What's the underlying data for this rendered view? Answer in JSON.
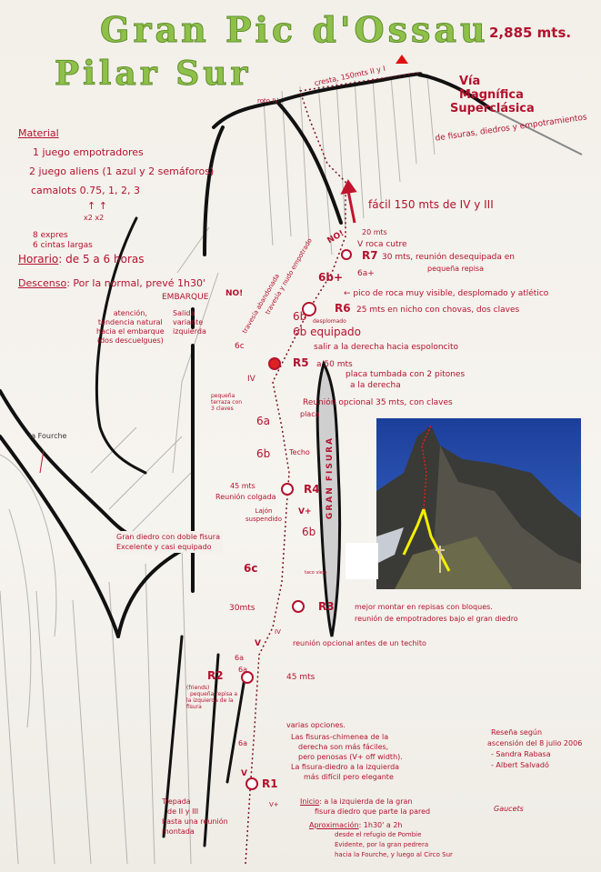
{
  "header": {
    "title": "Gran Pic d'Ossau",
    "altitude": "2,885 mts.",
    "subtitle": "Pilar Sur"
  },
  "summary": {
    "line1": "Vía",
    "line2": "Magnífica",
    "line3": "Superclásica",
    "line4": "de fisuras, diedros y empotramientos"
  },
  "material": {
    "heading": "Material",
    "items": [
      "1 juego empotradores",
      "2 juego aliens (1 azul y 2 semáforos)",
      "camalots 0.75, 1, 2, 3",
      "↑ ↑",
      "x2 x2",
      "8 expres",
      "6 cintas largas"
    ]
  },
  "horario": {
    "label": "Horario",
    "value": ": de 5 a 6 horas"
  },
  "descenso": {
    "label": "Descenso",
    "value": ": Por la normal, prevé 1h30'"
  },
  "route_notes": {
    "cresta": "cresta, 150mts II y I",
    "roto": "roto IV",
    "facil": "fácil 150 mts de IV y III",
    "m20": "20 mts",
    "no_top": "NO!",
    "roca_cutre": "V roca cutre",
    "r7": "R7",
    "r7_desc": "30 mts, reunión desequipada en",
    "r7_desc2": "pequeña repisa",
    "g6a_plus": "6a+",
    "g6b_plus": "6b+",
    "pico": "← pico de roca muy visible, desplomado y atlético",
    "r6": "R6",
    "r6_desc": "25 mts en nicho con chovas, dos claves",
    "desplomado": "desplomado",
    "g6b_eq": "6b equipado",
    "salir": "salir a la derecha hacia espoloncito",
    "r5": "R5",
    "r5_desc": "a 50 mts",
    "placa_tumbada": "placa tumbada con 2 pitones",
    "placa_tumbada2": "a la derecha",
    "reunion_opcional": "Reunión opcional 35 mts, con claves",
    "embarque": "EMBARQUE",
    "no_left": "NO!",
    "atencion": [
      "atención,",
      "tendencia natural",
      "hacia el embarque",
      "(dos descuelgues)"
    ],
    "salida": [
      "Salida",
      "variante",
      "izquierda"
    ],
    "travesia": "travesía y nudo empotrado",
    "travesia2": "travesía abandonada",
    "g6c_top": "6c",
    "g6b_top": "6b",
    "iv": "IV",
    "terraza": [
      "pequeña",
      "terraza con",
      "3 claves"
    ],
    "placa": "placa",
    "g6a_mid": "6a",
    "g6b_mid": "6b",
    "techo": "Techo",
    "r4_len": "45 mts",
    "r4_desc": "Reunión colgada",
    "r4": "R4",
    "v_plus_r4": "V+",
    "lajon": [
      "Lajón",
      "suspendido"
    ],
    "g6b_diedro": "6b",
    "gran_diedro": [
      "Gran diedro con doble fisura",
      "Excelente y casi equipado"
    ],
    "g6c_diedro": "6c",
    "taco": "taco viejo",
    "gran_fisura": "GRAN FISURA",
    "fourche": "la Fourche",
    "r3_len": "30mts",
    "r3": "R3",
    "r3_desc": "mejor montar en repisas con bloques.",
    "r3_desc2": "reunión de empotradores bajo el gran diedro",
    "v_r3": "V",
    "iv_r3": "IV",
    "reunion_techito": "reunión opcional antes de un techito",
    "g6a_1": "6a",
    "g6a_2": "6a",
    "r2": "R2",
    "r2_len": "45 mts",
    "friends": [
      "(friends)",
      "pequeña repisa a",
      "la izquierda de la",
      "fisura"
    ],
    "g6a_3": "6a",
    "v_low": "V",
    "v_plus_low": "V+",
    "varias": "varias opciones.",
    "fisuras": [
      "Las fisuras-chimenea de la",
      "derecha son más fáciles,",
      "pero penosas (V+ off width).",
      "La fisura-diedro a la izquierda",
      "más difícil pero elegante"
    ],
    "r1": "R1",
    "trepada": [
      "Trepada",
      "de II y III",
      "hasta una reunión",
      "montada"
    ]
  },
  "inicio": {
    "label": "Inicio",
    "value": ": a la izquierda de la gran",
    "line2": "fisura diedro que parte la pared"
  },
  "aproximacion": {
    "label": "Aproximación",
    "value": ": 1h30' a 2h",
    "lines": [
      "desde el refugio de Pombie",
      "Evidente, por la gran pedrera",
      "hacia la Fourche, y luego al Circo Sur"
    ]
  },
  "credits": {
    "lines": [
      "Reseña según",
      "ascensión del 8 julio 2006",
      "- Sandra Rabasa",
      "- Albert Salvadó"
    ],
    "signature": "Gaucets"
  },
  "colors": {
    "ink_red": "#b3122e",
    "title_green": "#8fc14a",
    "ridge_black": "#111111",
    "photo_route_yellow": "#f4f000",
    "sky_blue": "#2a55b8"
  }
}
